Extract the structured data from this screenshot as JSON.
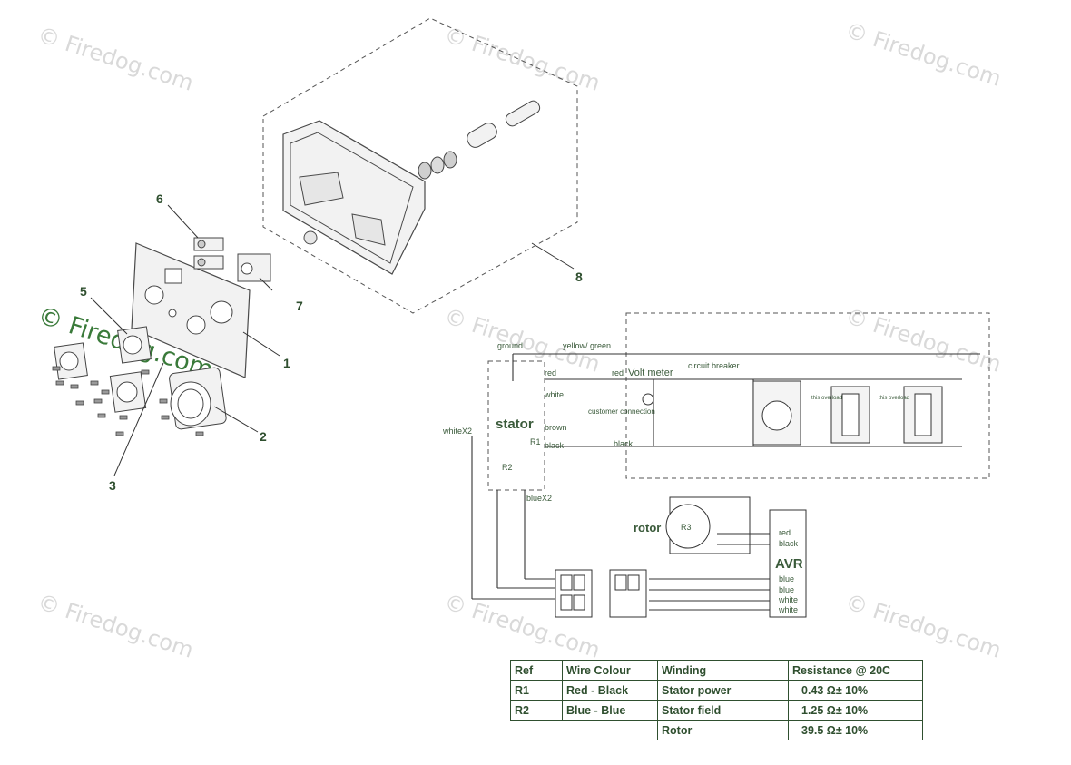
{
  "watermark": "© Firedog.com",
  "callouts": [
    "1",
    "2",
    "3",
    "5",
    "6",
    "7",
    "8"
  ],
  "schematic": {
    "ground": "ground",
    "yellow_green": "yellow/ green",
    "red": "red",
    "white": "white",
    "brown": "brown",
    "black": "black",
    "red2": "red",
    "black2": "black",
    "volt_meter": "Volt meter",
    "circuit_breaker": "circuit breaker",
    "customer_connection": "customer connection",
    "stator": "stator",
    "r1": "R1",
    "r2": "R2",
    "r3": "R3",
    "whitex2": "whiteX2",
    "bluex2": "blueX2",
    "rotor": "rotor",
    "avr": "AVR",
    "avr_terminals": [
      "red",
      "black",
      "blue",
      "blue",
      "white",
      "white"
    ],
    "overload1": "this overload",
    "overload2": "this overload"
  },
  "table": {
    "headers": [
      "Ref",
      "Wire Colour",
      "Winding",
      "Resistance @ 20C"
    ],
    "rows": [
      [
        "R1",
        "Red - Black",
        "Stator power",
        "0.43 Ω± 10%"
      ],
      [
        "R2",
        "Blue - Blue",
        "Stator field",
        "1.25 Ω± 10%"
      ],
      [
        "",
        "",
        "Rotor",
        "39.5 Ω± 10%"
      ]
    ]
  }
}
